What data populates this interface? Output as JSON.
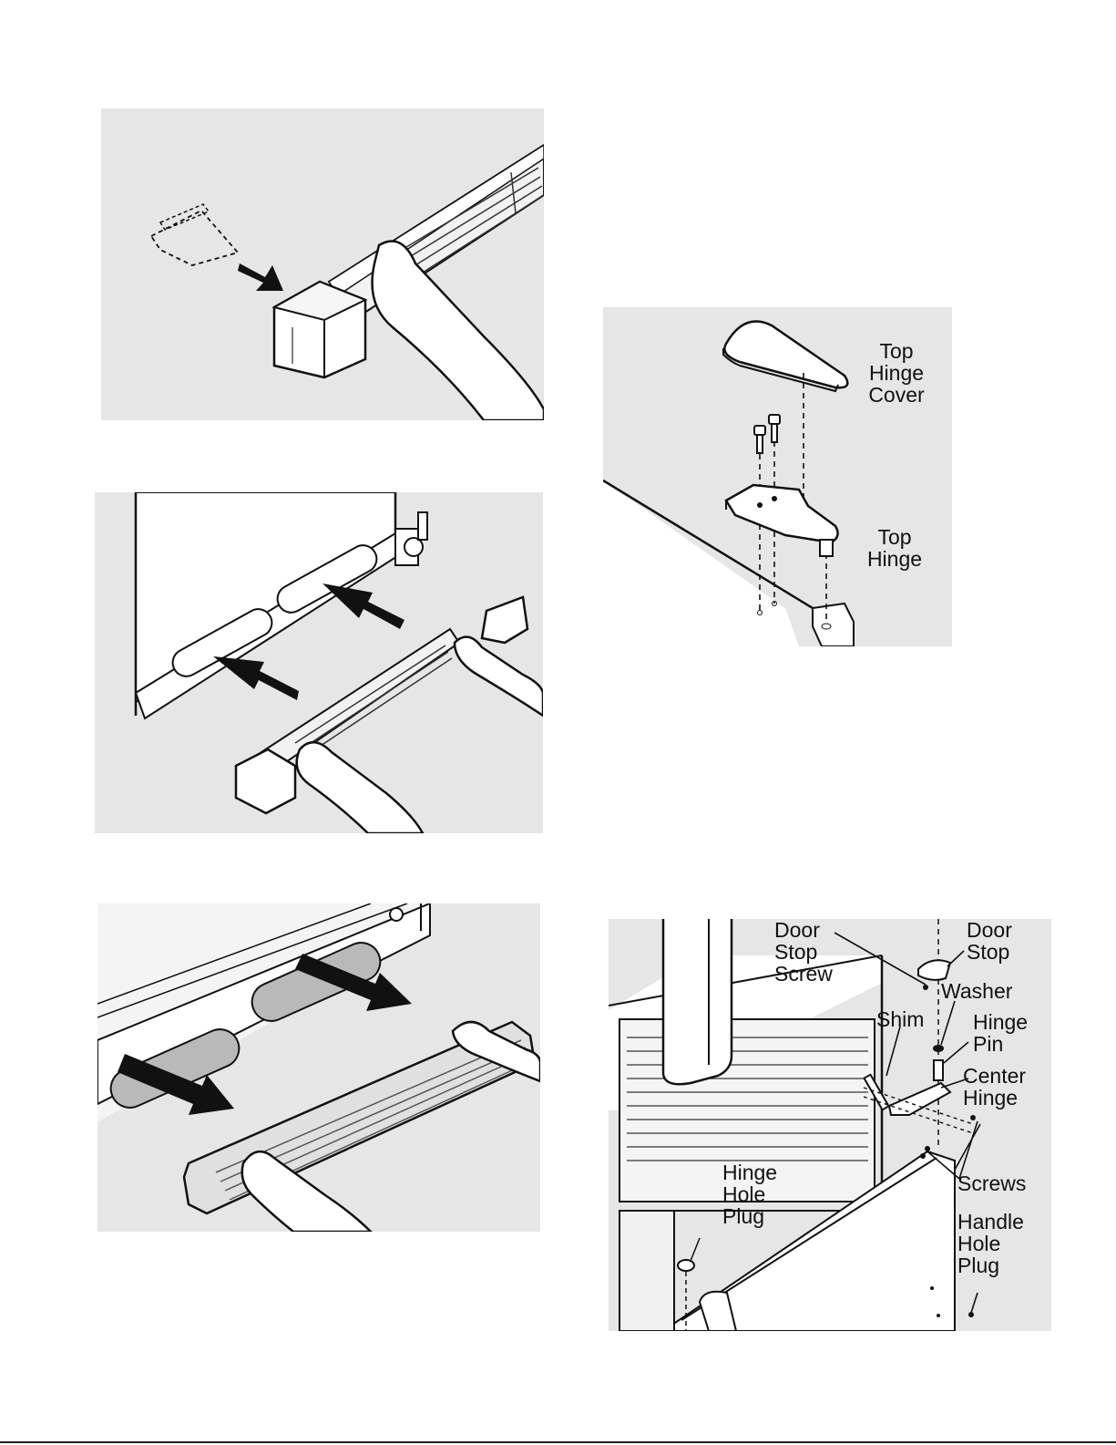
{
  "figures": {
    "top_hinge": {
      "labels": {
        "cover": "Top\nHinge\nCover",
        "hinge": "Top\nHinge"
      }
    },
    "center_hinge": {
      "labels": {
        "door_stop_screw": "Door\nStop\nScrew",
        "door_stop": "Door\nStop",
        "washer": "Washer",
        "shim": "Shim",
        "hinge_pin": "Hinge\nPin",
        "center_hinge": "Center\nHinge",
        "screws": "Screws",
        "hinge_hole_plug": "Hinge\nHole\nPlug",
        "handle_hole_plug": "Handle\nHole\nPlug"
      }
    }
  }
}
